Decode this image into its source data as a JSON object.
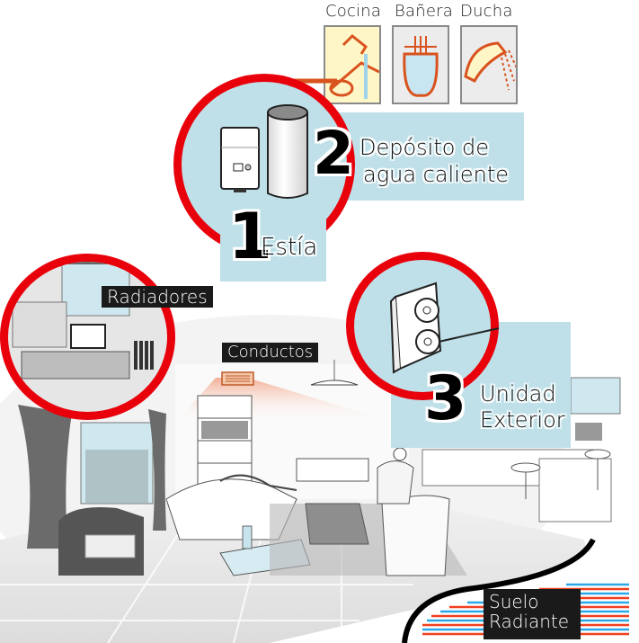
{
  "top_labels": [
    {
      "id": "cocina",
      "label": "Cocina",
      "icon": "kitchen-sink-icon"
    },
    {
      "id": "banera",
      "label": "Bañera",
      "icon": "bathtub-icon"
    },
    {
      "id": "ducha",
      "label": "Ducha",
      "icon": "shower-head-icon"
    }
  ],
  "components": [
    {
      "number": "1",
      "label": "Estía",
      "icon": "hydro-unit-icon"
    },
    {
      "number": "2",
      "label_line1": "Depósito de",
      "label_line2": "agua caliente",
      "icon": "water-tank-icon"
    },
    {
      "number": "3",
      "label_line1": "Unidad",
      "label_line2": "Exterior",
      "icon": "outdoor-unit-icon"
    }
  ],
  "emitters": {
    "radiadores": "Radiadores",
    "conductos": "Conductos",
    "suelo_line1": "Suelo",
    "suelo_line2": "Radiante"
  },
  "colors": {
    "accent_red": "#e8000b",
    "panel_blue": "#bfe0e8",
    "pipe_orange": "#d9531e",
    "tile_cream": "#fff6c8",
    "label_bg": "#1a1a1a",
    "floor_heat_red": "#f04020",
    "floor_heat_blue": "#2aa8e8"
  }
}
